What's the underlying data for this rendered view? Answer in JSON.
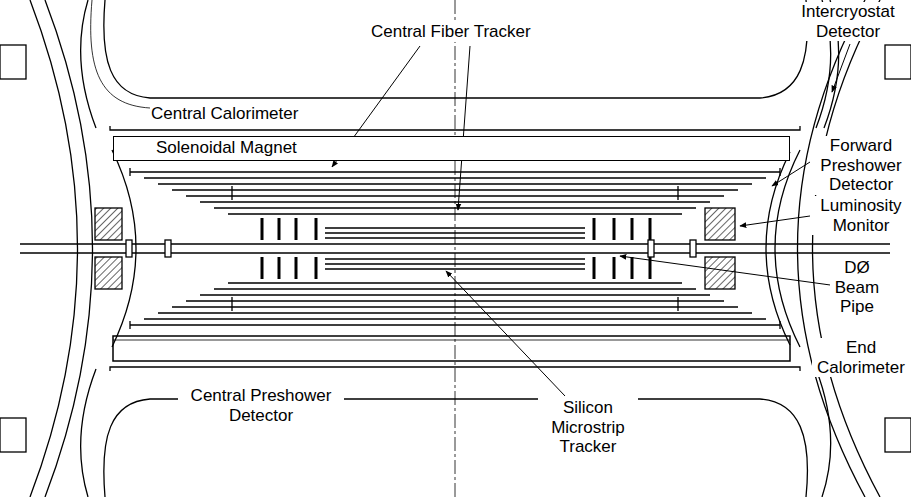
{
  "diagram": {
    "nodes": [
      {
        "text": [
          "Solenoidal Magnet"
        ]
      }
    ],
    "labels": [
      "Intercryostat Detector",
      "Central Fiber Tracker",
      "Central Calorimeter",
      "Forward Preshower Detector",
      "Luminosity Monitor",
      "DØ Beam Pipe",
      "End Calorimeter",
      "Central Preshower Detector",
      "Silicon Microstrip Tracker"
    ]
  }
}
